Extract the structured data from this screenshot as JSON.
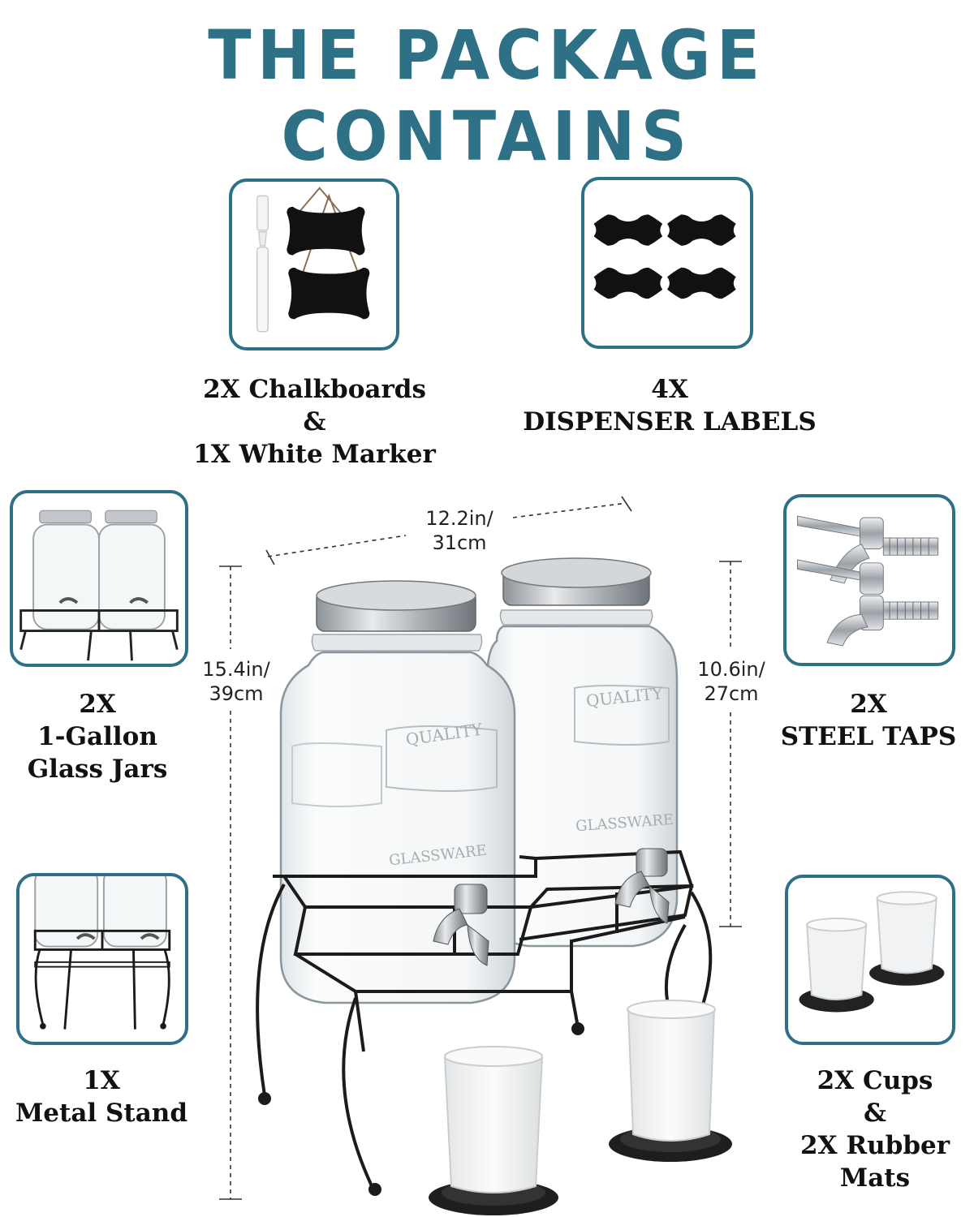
{
  "title": "THE PACKAGE CONTAINS",
  "colors": {
    "accent": "#2e7186",
    "chalkboard": "#111111",
    "steel": "#b9bdc2",
    "stand": "#1b1b1b"
  },
  "items": {
    "chalkboards": {
      "line1": "2X Chalkboards",
      "line2": "&",
      "line3": "1X White Marker",
      "icon": "chalkboard-icon"
    },
    "labels": {
      "line1": "4X",
      "line2": "DISPENSER LABELS",
      "icon": "label-icon"
    },
    "jars": {
      "line1": "2X",
      "line2": "1-Gallon",
      "line3": "Glass Jars",
      "icon": "jar-icon"
    },
    "taps": {
      "line1": "2X",
      "line2": "STEEL TAPS",
      "icon": "tap-icon"
    },
    "stand": {
      "line1": "1X",
      "line2": "Metal Stand",
      "icon": "stand-icon"
    },
    "cups": {
      "line1": "2X Cups",
      "line2": "&",
      "line3": "2X Rubber",
      "line4": "Mats",
      "icon": "cup-icon"
    }
  },
  "dimensions": {
    "width": {
      "line1": "12.2in/",
      "line2": "31cm"
    },
    "total_height": {
      "line1": "15.4in/",
      "line2": "39cm"
    },
    "jar_height": {
      "line1": "10.6in/",
      "line2": "27cm"
    }
  },
  "jar_embossing": {
    "top": "QUALITY",
    "bottom": "GLASSWARE"
  }
}
